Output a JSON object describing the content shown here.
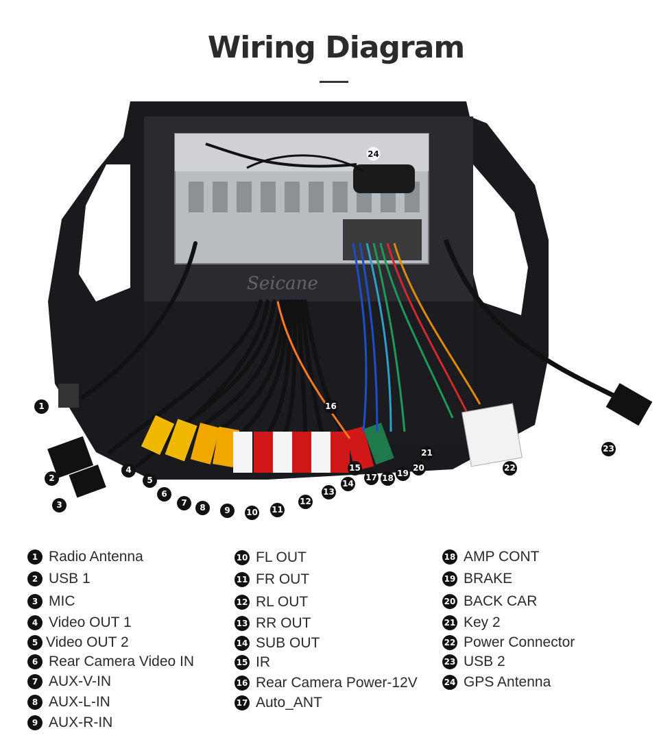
{
  "header": {
    "title": "Wiring Diagram"
  },
  "photo": {
    "watermark": "Seicane"
  },
  "callouts": [
    {
      "n": "1"
    },
    {
      "n": "2"
    },
    {
      "n": "3"
    },
    {
      "n": "4"
    },
    {
      "n": "5"
    },
    {
      "n": "6"
    },
    {
      "n": "7"
    },
    {
      "n": "8"
    },
    {
      "n": "9"
    },
    {
      "n": "10"
    },
    {
      "n": "11"
    },
    {
      "n": "12"
    },
    {
      "n": "13"
    },
    {
      "n": "14"
    },
    {
      "n": "15"
    },
    {
      "n": "16"
    },
    {
      "n": "17"
    },
    {
      "n": "18"
    },
    {
      "n": "19"
    },
    {
      "n": "20"
    },
    {
      "n": "21"
    },
    {
      "n": "22"
    },
    {
      "n": "23"
    },
    {
      "n": "24"
    }
  ],
  "legend": [
    {
      "n": "1",
      "label": "Radio Antenna"
    },
    {
      "n": "2",
      "label": "USB 1"
    },
    {
      "n": "3",
      "label": "MIC"
    },
    {
      "n": "4",
      "label": "Video OUT 1"
    },
    {
      "n": "5",
      "label": "Video OUT 2"
    },
    {
      "n": "6",
      "label": "Rear Camera Video IN"
    },
    {
      "n": "7",
      "label": "AUX-V-IN"
    },
    {
      "n": "8",
      "label": "AUX-L-IN"
    },
    {
      "n": "9",
      "label": "AUX-R-IN"
    },
    {
      "n": "10",
      "label": "FL OUT"
    },
    {
      "n": "11",
      "label": "FR OUT"
    },
    {
      "n": "12",
      "label": "RL OUT"
    },
    {
      "n": "13",
      "label": "RR OUT"
    },
    {
      "n": "14",
      "label": "SUB OUT"
    },
    {
      "n": "15",
      "label": "IR"
    },
    {
      "n": "16",
      "label": "Rear Camera Power-12V"
    },
    {
      "n": "17",
      "label": "Auto_ANT"
    },
    {
      "n": "18",
      "label": "AMP CONT"
    },
    {
      "n": "19",
      "label": "BRAKE"
    },
    {
      "n": "20",
      "label": "BACK CAR"
    },
    {
      "n": "21",
      "label": "Key 2"
    },
    {
      "n": "22",
      "label": "Power Connector"
    },
    {
      "n": "23",
      "label": "USB 2"
    },
    {
      "n": "24",
      "label": "GPS Antenna"
    }
  ]
}
